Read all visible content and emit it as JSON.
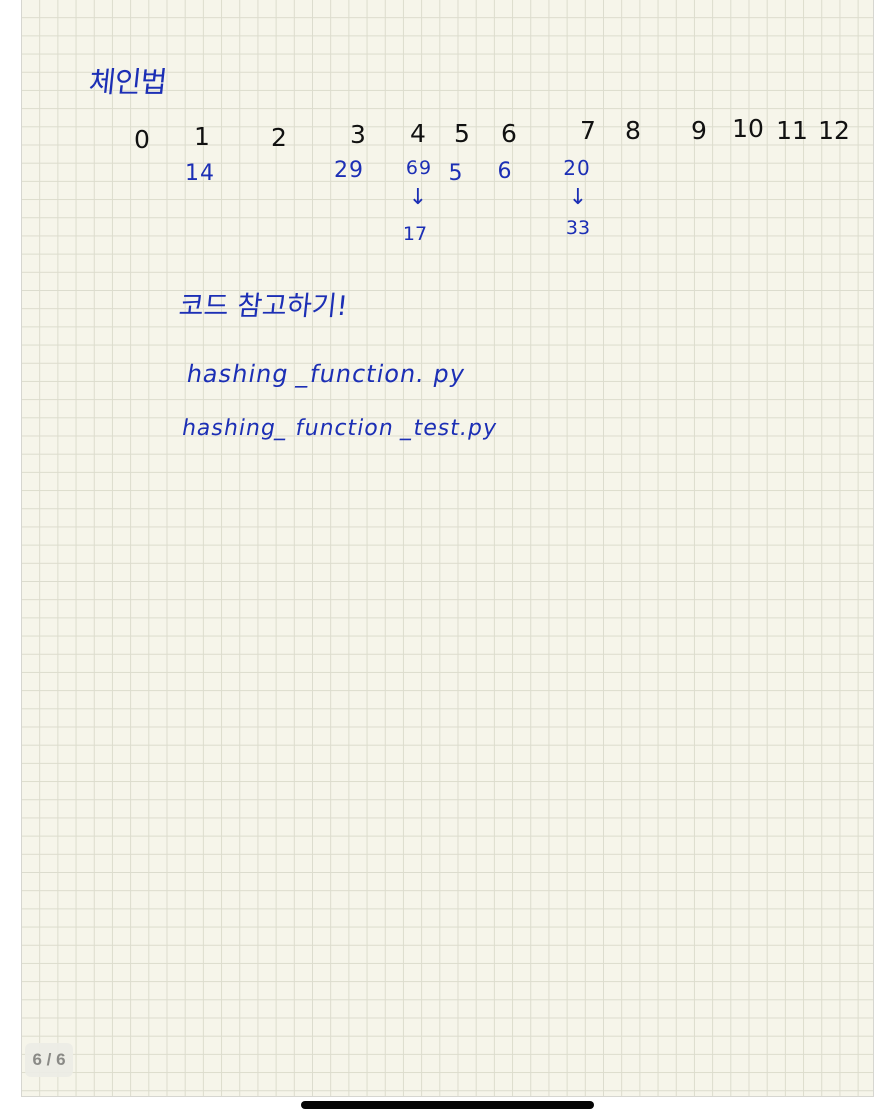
{
  "note": {
    "title": "체인법",
    "indices": [
      "0",
      "1",
      "2",
      "3",
      "4",
      "5",
      "6",
      "7",
      "8",
      "9",
      "10",
      "11",
      "12"
    ],
    "bucket_values": {
      "b1": "14",
      "b3": "29",
      "b4": "69",
      "b5": "5",
      "b6": "6",
      "b7": "20"
    },
    "chain_arrow": "↓",
    "chain_values": {
      "b4": "17",
      "b7": "33"
    },
    "reminder": "코드 참고하기!",
    "files": [
      "hashing _function. py",
      "hashing_ function _test.py"
    ]
  },
  "viewer": {
    "page_indicator": "6 / 6"
  },
  "colors": {
    "paper": "#f6f5ea",
    "grid": "#dcdccd",
    "ink_blue": "#1c2fb5",
    "ink_black": "#111111"
  }
}
